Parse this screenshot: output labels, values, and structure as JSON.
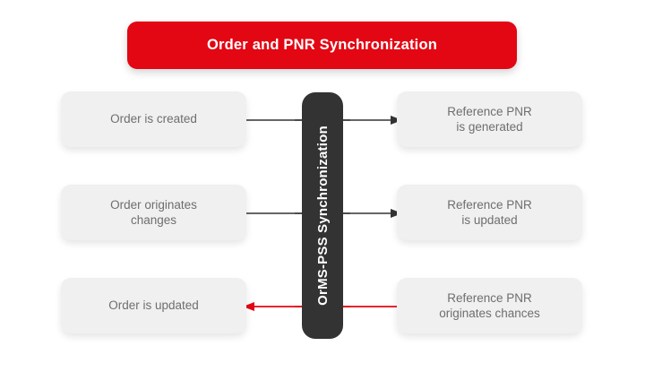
{
  "diagram": {
    "title": "Order and PNR Synchronization",
    "center_bar": {
      "label": "OrMS-PSS Synchronization"
    },
    "colors": {
      "accent_red": "#e30613",
      "bar_dark": "#333333",
      "node_fill": "#f0f0f0",
      "node_text": "#6e6e6e",
      "arrow_dark": "#333333",
      "arrow_red": "#e30613",
      "background": "#ffffff"
    },
    "rows": [
      {
        "left_label": "Order is created",
        "right_label": "Reference PNR\nis generated",
        "right_label_line1": "Reference PNR",
        "right_label_line2": "is generated",
        "arrow_direction": "right",
        "arrow_color": "#333333"
      },
      {
        "left_label": "Order originates\nchanges",
        "left_label_line1": "Order originates",
        "left_label_line2": "changes",
        "right_label_line1": "Reference PNR",
        "right_label_line2": "is updated",
        "arrow_direction": "right",
        "arrow_color": "#333333"
      },
      {
        "left_label": "Order is updated",
        "right_label_line1": "Reference PNR",
        "right_label_line2": "originates chances",
        "arrow_direction": "left",
        "arrow_color": "#e30613"
      }
    ]
  }
}
